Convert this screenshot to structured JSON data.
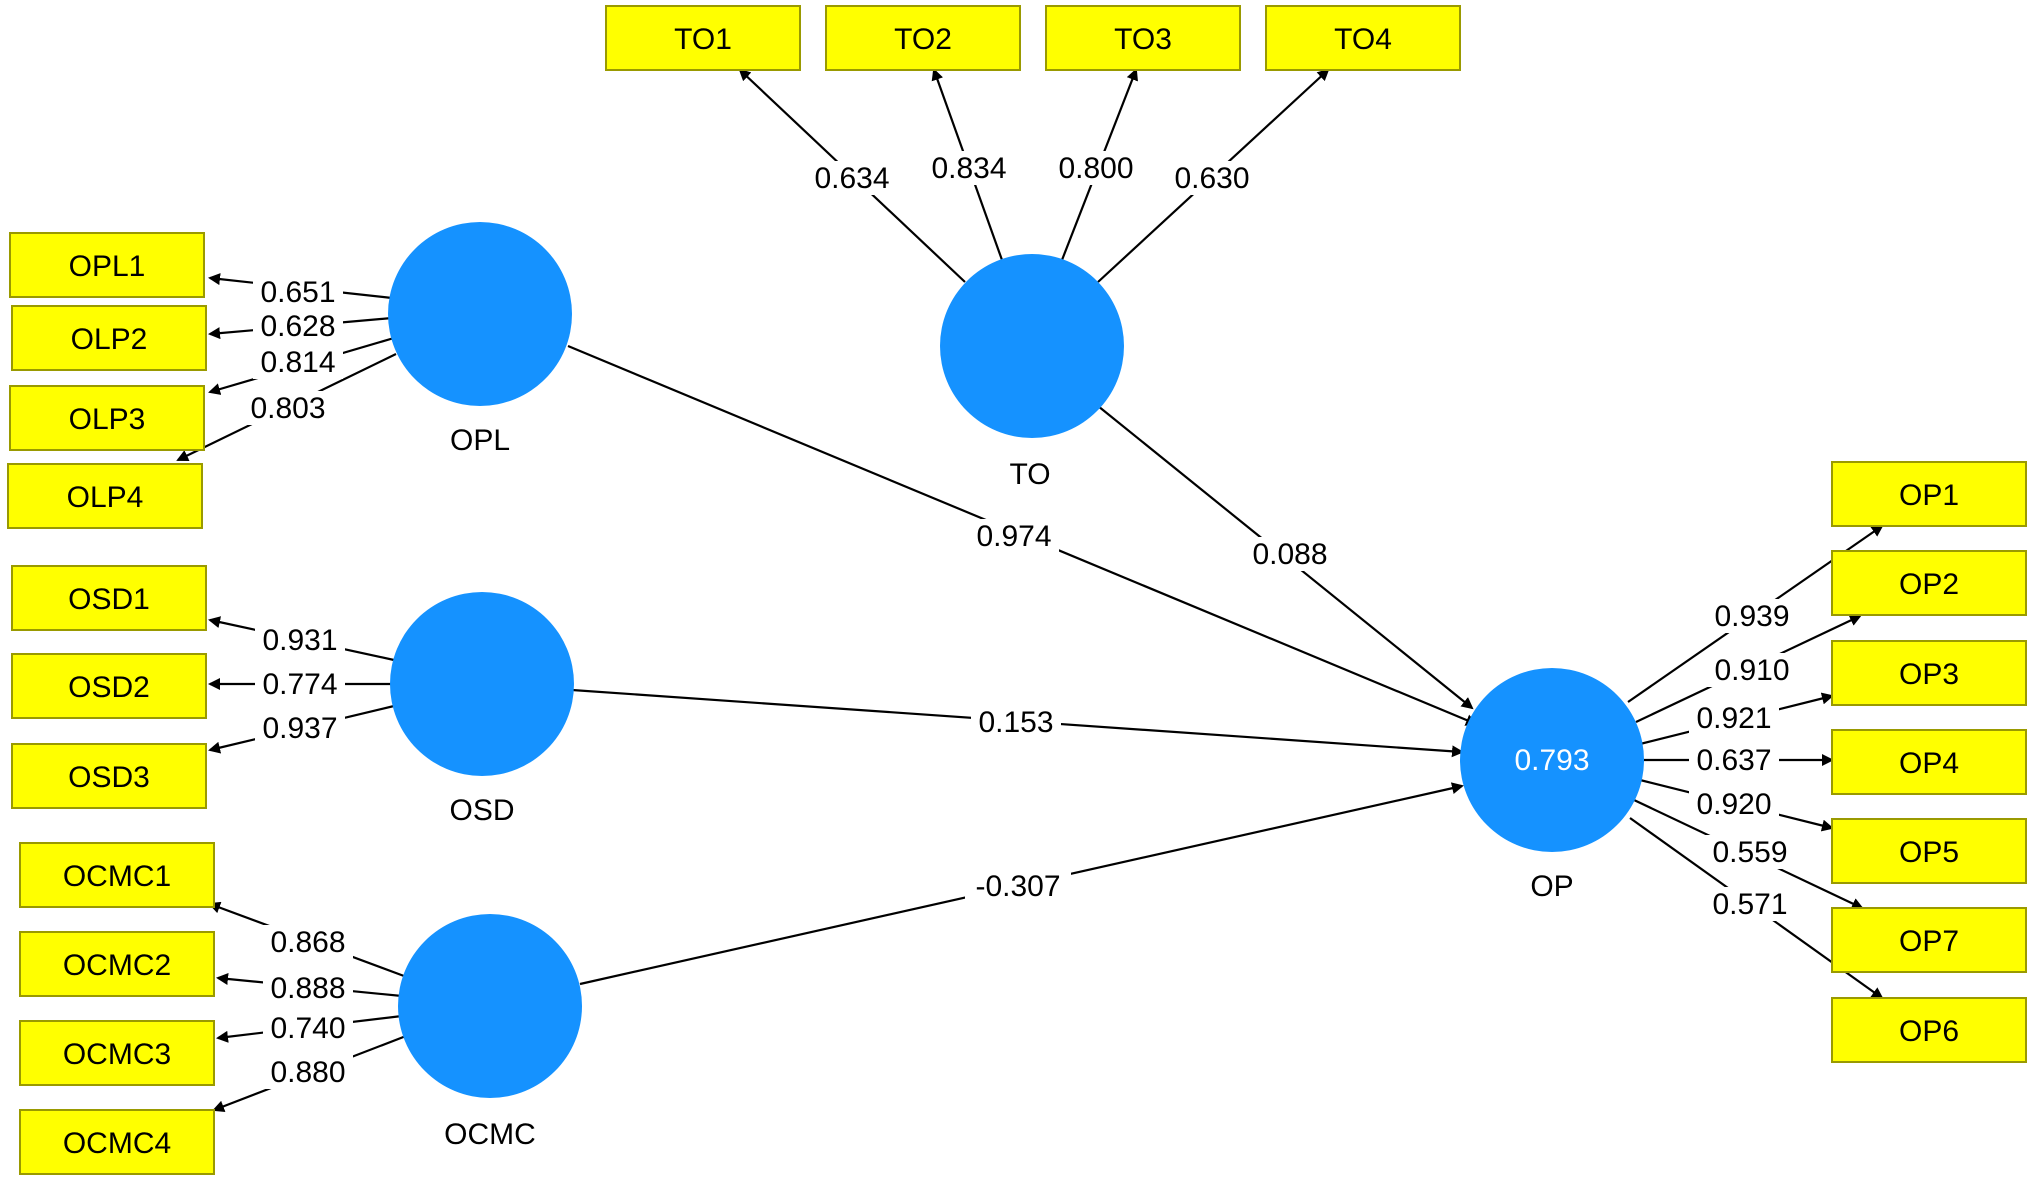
{
  "colors": {
    "latent_fill": "#1592ff",
    "indicator_fill": "#ffff00",
    "indicator_stroke": "#9a9a00",
    "line": "#000000"
  },
  "latents": [
    {
      "id": "OPL",
      "label": "OPL",
      "value": ""
    },
    {
      "id": "TO",
      "label": "TO",
      "value": ""
    },
    {
      "id": "OSD",
      "label": "OSD",
      "value": ""
    },
    {
      "id": "OCMC",
      "label": "OCMC",
      "value": ""
    },
    {
      "id": "OP",
      "label": "OP",
      "value": "0.793"
    }
  ],
  "indicators": [
    {
      "id": "TO1",
      "label": "TO1"
    },
    {
      "id": "TO2",
      "label": "TO2"
    },
    {
      "id": "TO3",
      "label": "TO3"
    },
    {
      "id": "TO4",
      "label": "TO4"
    },
    {
      "id": "OPL1",
      "label": "OPL1"
    },
    {
      "id": "OLP2",
      "label": "OLP2"
    },
    {
      "id": "OLP3",
      "label": "OLP3"
    },
    {
      "id": "OLP4",
      "label": "OLP4"
    },
    {
      "id": "OSD1",
      "label": "OSD1"
    },
    {
      "id": "OSD2",
      "label": "OSD2"
    },
    {
      "id": "OSD3",
      "label": "OSD3"
    },
    {
      "id": "OCMC1",
      "label": "OCMC1"
    },
    {
      "id": "OCMC2",
      "label": "OCMC2"
    },
    {
      "id": "OCMC3",
      "label": "OCMC3"
    },
    {
      "id": "OCMC4",
      "label": "OCMC4"
    },
    {
      "id": "OP1",
      "label": "OP1"
    },
    {
      "id": "OP2",
      "label": "OP2"
    },
    {
      "id": "OP3",
      "label": "OP3"
    },
    {
      "id": "OP4",
      "label": "OP4"
    },
    {
      "id": "OP5",
      "label": "OP5"
    },
    {
      "id": "OP7",
      "label": "OP7"
    },
    {
      "id": "OP6",
      "label": "OP6"
    }
  ],
  "loadings": [
    {
      "from": "TO",
      "to": "TO1",
      "value": "0.634"
    },
    {
      "from": "TO",
      "to": "TO2",
      "value": "0.834"
    },
    {
      "from": "TO",
      "to": "TO3",
      "value": "0.800"
    },
    {
      "from": "TO",
      "to": "TO4",
      "value": "0.630"
    },
    {
      "from": "OPL",
      "to": "OPL1",
      "value": "0.651"
    },
    {
      "from": "OPL",
      "to": "OLP2",
      "value": "0.628"
    },
    {
      "from": "OPL",
      "to": "OLP3",
      "value": "0.814"
    },
    {
      "from": "OPL",
      "to": "OLP4",
      "value": "0.803"
    },
    {
      "from": "OSD",
      "to": "OSD1",
      "value": "0.931"
    },
    {
      "from": "OSD",
      "to": "OSD2",
      "value": "0.774"
    },
    {
      "from": "OSD",
      "to": "OSD3",
      "value": "0.937"
    },
    {
      "from": "OCMC",
      "to": "OCMC1",
      "value": "0.868"
    },
    {
      "from": "OCMC",
      "to": "OCMC2",
      "value": "0.888"
    },
    {
      "from": "OCMC",
      "to": "OCMC3",
      "value": "0.740"
    },
    {
      "from": "OCMC",
      "to": "OCMC4",
      "value": "0.880"
    },
    {
      "from": "OP",
      "to": "OP1",
      "value": "0.939"
    },
    {
      "from": "OP",
      "to": "OP2",
      "value": "0.910"
    },
    {
      "from": "OP",
      "to": "OP3",
      "value": "0.921"
    },
    {
      "from": "OP",
      "to": "OP4",
      "value": "0.637"
    },
    {
      "from": "OP",
      "to": "OP5",
      "value": "0.920"
    },
    {
      "from": "OP",
      "to": "OP7",
      "value": "0.559"
    },
    {
      "from": "OP",
      "to": "OP6",
      "value": "0.571"
    }
  ],
  "paths": [
    {
      "from": "OPL",
      "to": "OP",
      "value": "0.974"
    },
    {
      "from": "TO",
      "to": "OP",
      "value": "0.088"
    },
    {
      "from": "OSD",
      "to": "OP",
      "value": "0.153"
    },
    {
      "from": "OCMC",
      "to": "OP",
      "value": "-0.307"
    }
  ]
}
